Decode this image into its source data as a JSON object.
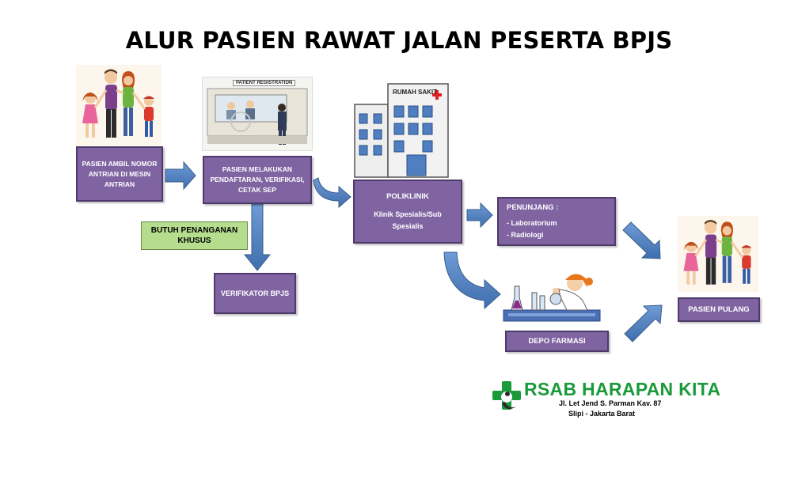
{
  "title": "ALUR PASIEN RAWAT JALAN PESERTA BPJS",
  "steps": {
    "ambil_nomor": [
      "PASIEN AMBIL NOMOR",
      "ANTRIAN DI MESIN",
      "ANTRIAN"
    ],
    "pendaftaran": [
      "PASIEN MELAKUKAN",
      "PENDAFTARAN, VERIFIKASI,",
      "CETAK SEP"
    ],
    "verifikator": "VERIFIKATOR BPJS",
    "butuh": [
      "BUTUH  PENANGANAN",
      "KHUSUS"
    ],
    "poliklinik": {
      "heading": "POLIKLINIK",
      "line1": "Klinik Spesialis/Sub",
      "line2": "Spesialis"
    },
    "penunjang": {
      "heading": "PENUNJANG :",
      "items": [
        "- Laboratorium",
        "- Radiologi"
      ]
    },
    "depo": "DEPO FARMASI",
    "pulang": "PASIEN PULANG"
  },
  "images": {
    "registration_sign": "PATIENT REGISTRATION",
    "hospital_sign": "RUMAH SAKIT"
  },
  "logo": {
    "name": "RSAB HARAPAN KITA",
    "address1": "Jl. Let Jend S. Parman Kav. 87",
    "address2": "Slipi - Jakarta Barat"
  },
  "colors": {
    "process_box": "#8064a2",
    "arrow": "#4f81bd",
    "note_box": "#b6dd8e",
    "logo_green": "#1a9a3a"
  }
}
